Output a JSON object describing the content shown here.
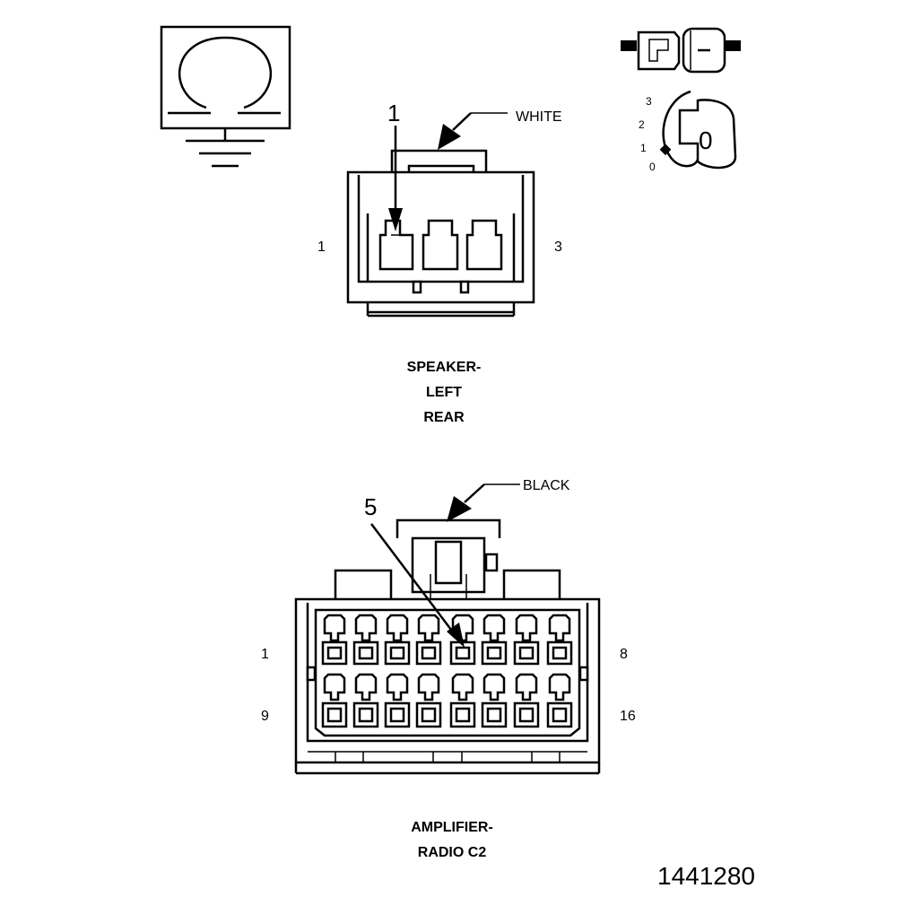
{
  "speaker_connector": {
    "color_label": "WHITE",
    "callout": "1",
    "pin_left": "1",
    "pin_right": "3",
    "title_lines": [
      "SPEAKER-",
      "LEFT",
      "REAR"
    ]
  },
  "amplifier_connector": {
    "color_label": "BLACK",
    "callout": "5",
    "pin_top_left": "1",
    "pin_top_right": "8",
    "pin_bottom_left": "9",
    "pin_bottom_right": "16",
    "title_lines": [
      "AMPLIFIER-",
      "RADIO C2"
    ]
  },
  "ignition_switch": {
    "positions": [
      "3",
      "2",
      "1",
      "0"
    ],
    "key_label": "0"
  },
  "figure_number": "1441280",
  "icons": [
    "ohm-ground-symbol-icon",
    "fuse-connector-icon",
    "ignition-key-icon"
  ]
}
